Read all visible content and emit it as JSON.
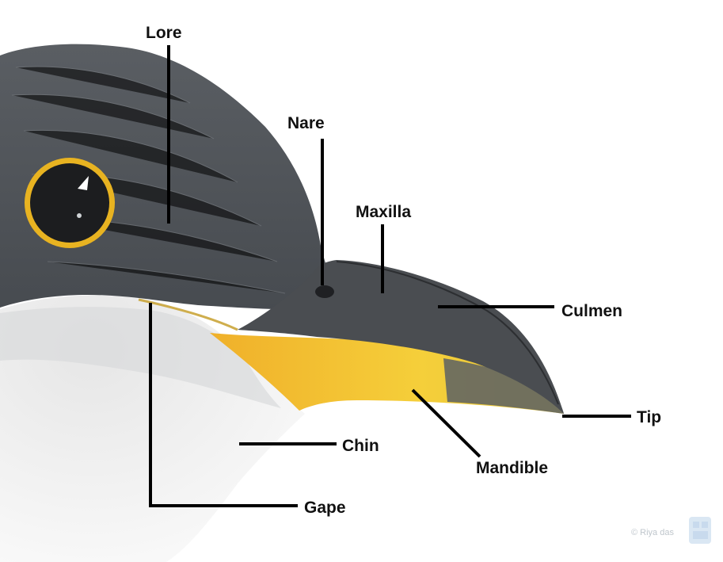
{
  "labels": {
    "lore": "Lore",
    "nare": "Nare",
    "maxilla": "Maxilla",
    "culmen": "Culmen",
    "tip": "Tip",
    "chin": "Chin",
    "mandible": "Mandible",
    "gape": "Gape"
  },
  "credit": "© Riya das",
  "colors": {
    "head": "#4f5358",
    "beak": "#4a4d51",
    "mandible_yellow": "#f2c12e",
    "eye_ring": "#e8b321",
    "eye": "#1c1d1f",
    "breast": "#f4f4f4",
    "label": "#111111",
    "leader": "#000000"
  },
  "icons": {
    "watermark": "logo-icon"
  }
}
